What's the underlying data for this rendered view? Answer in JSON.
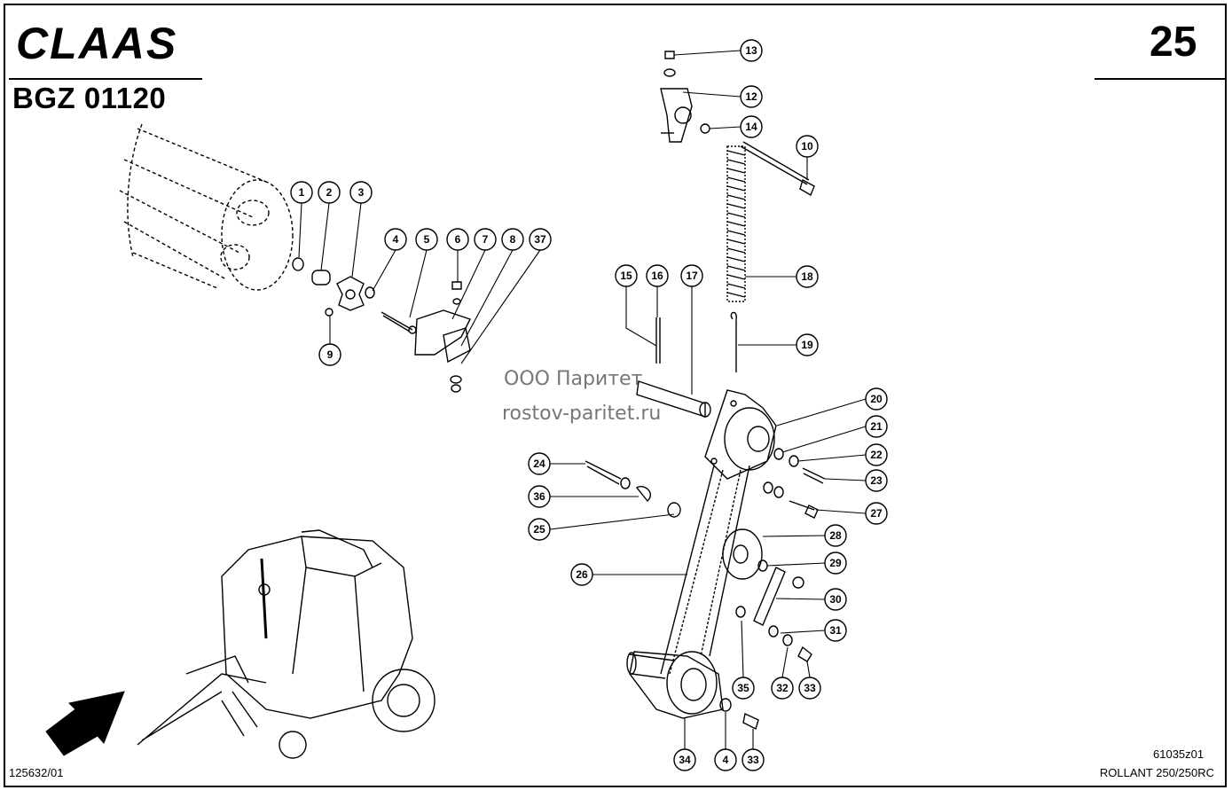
{
  "header": {
    "brand": "CLAAS",
    "doc_code": "BGZ 01120",
    "page_number": "25"
  },
  "footer": {
    "bottom_left_ref": "125632/01",
    "drawing_ref": "61035z01",
    "model": "ROLLANT 250/250RC"
  },
  "watermark": {
    "line1": "ООО Паритет",
    "line2": "rostov-paritet.ru"
  },
  "callouts": [
    "1",
    "2",
    "3",
    "4",
    "5",
    "6",
    "7",
    "8",
    "37",
    "9",
    "13",
    "12",
    "14",
    "10",
    "18",
    "15",
    "16",
    "17",
    "19",
    "20",
    "21",
    "22",
    "23",
    "24",
    "36",
    "25",
    "27",
    "28",
    "29",
    "26",
    "30",
    "31",
    "32",
    "33",
    "35",
    "34",
    "4",
    "33"
  ]
}
